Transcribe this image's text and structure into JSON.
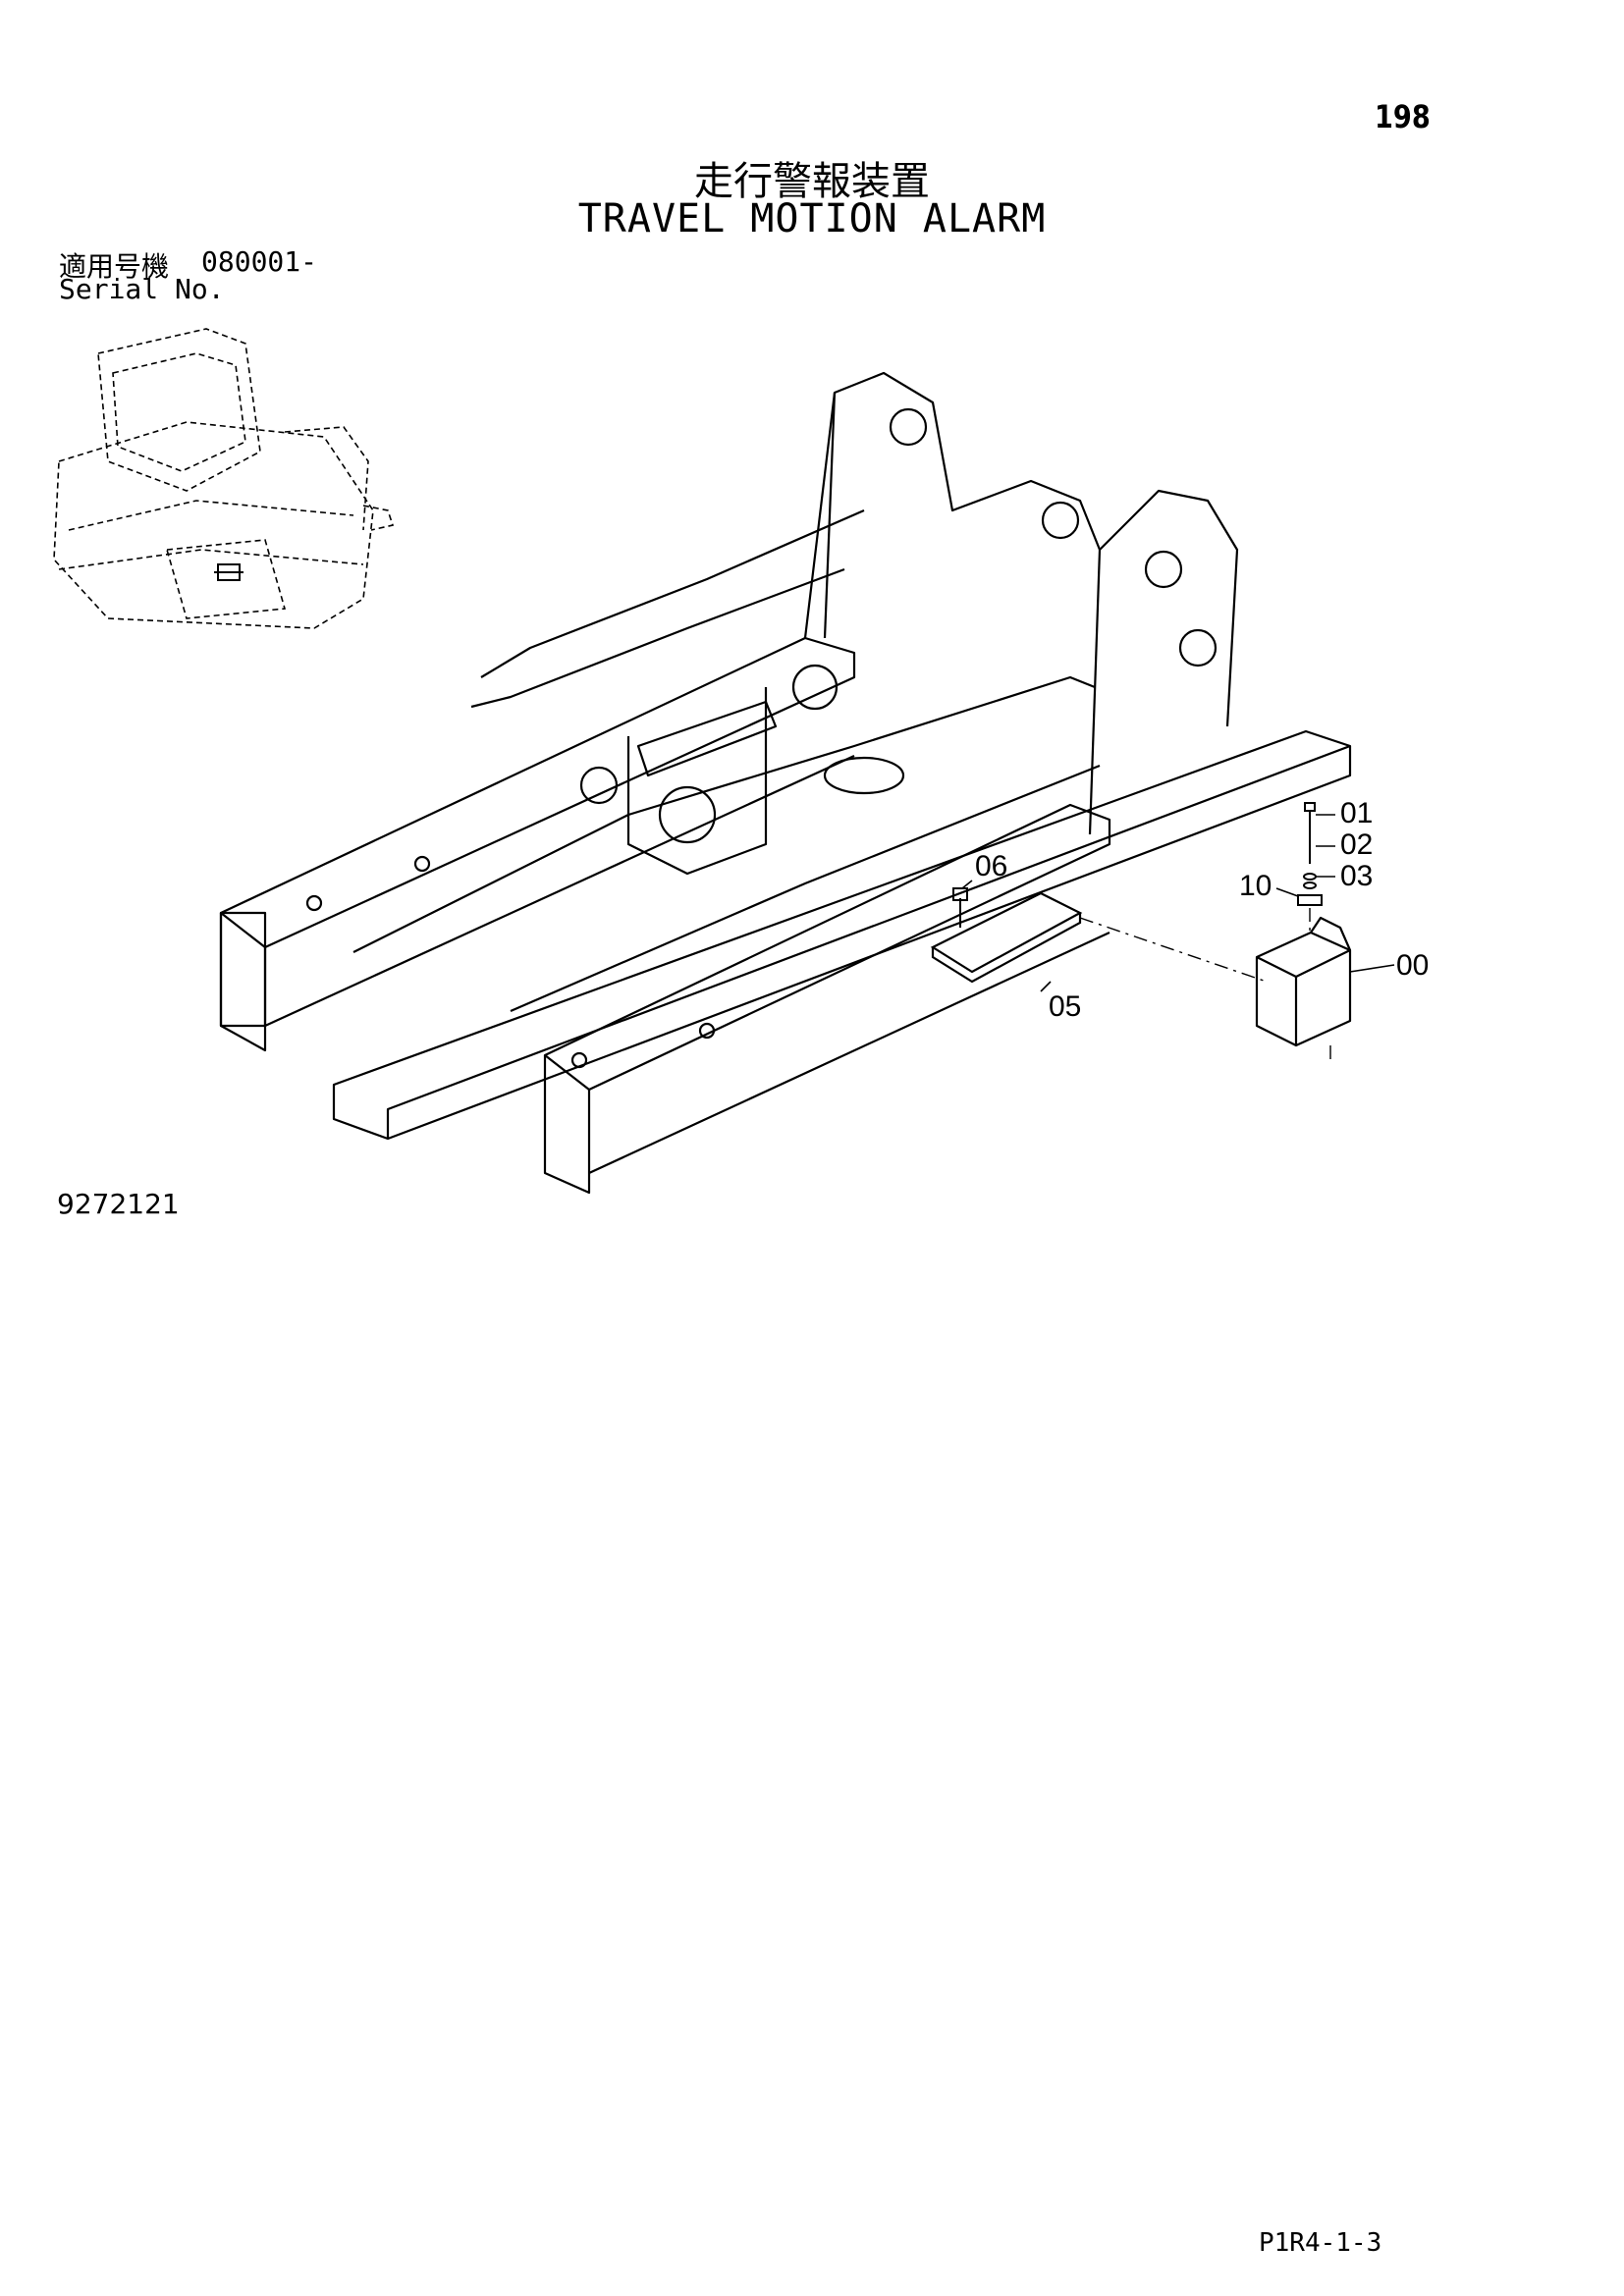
{
  "page": {
    "number": "198",
    "title_jp": "走行警報装置",
    "title_en": "TRAVEL MOTION ALARM",
    "serial_label_jp": "適用号機",
    "serial_value": "080001-",
    "serial_label_en": "Serial No.",
    "drawing_number": "9272121",
    "page_code": "P1R4-1-3"
  },
  "callouts": [
    {
      "id": "01",
      "label": "01"
    },
    {
      "id": "02",
      "label": "02"
    },
    {
      "id": "03",
      "label": "03"
    },
    {
      "id": "10",
      "label": "10"
    },
    {
      "id": "00",
      "label": "00"
    },
    {
      "id": "06",
      "label": "06"
    },
    {
      "id": "05",
      "label": "05"
    }
  ]
}
